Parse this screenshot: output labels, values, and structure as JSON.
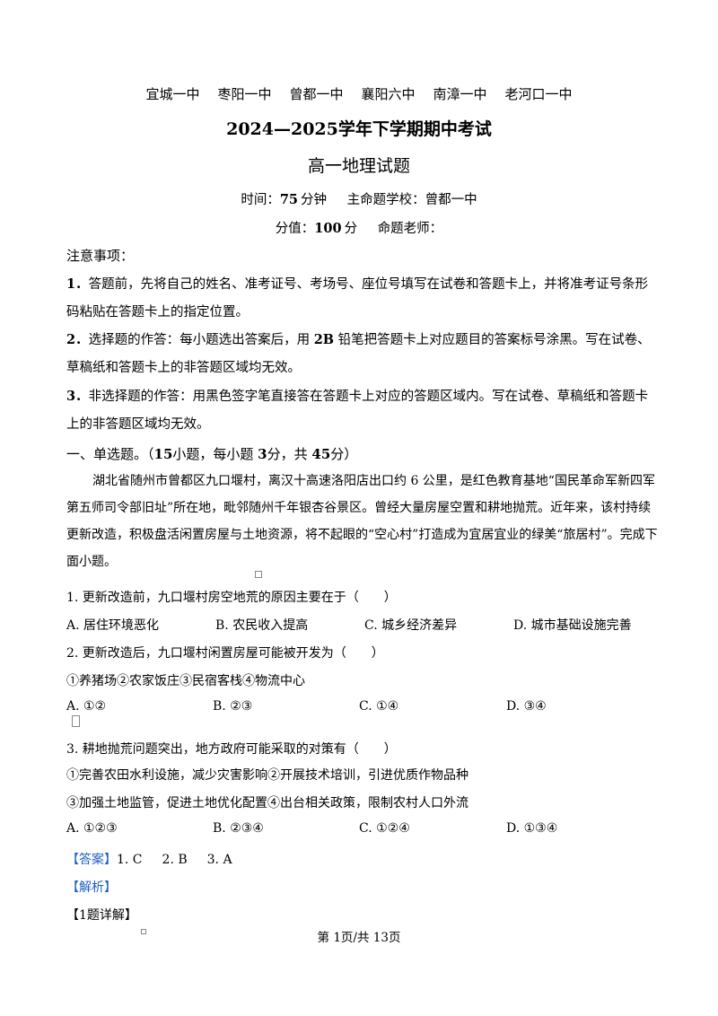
{
  "header": {
    "schools": [
      "宜城一中",
      "枣阳一中",
      "曾都一中",
      "襄阳六中",
      "南漳一中",
      "老河口一中"
    ],
    "title": "2024—2025学年下学期期中考试",
    "subtitle": "高一地理试题",
    "time_label": "时间：",
    "time_value": "75",
    "time_unit": "分钟",
    "school_label": "主命题学校：曾都一中",
    "score_label": "分值：",
    "score_value": "100",
    "score_unit": "分",
    "teacher_label": "命题老师："
  },
  "notice": {
    "heading": "注意事项：",
    "items": [
      {
        "num": "1．",
        "text": "答题前，先将自己的姓名、准考证号、考场号、座位号填写在试卷和答题卡上，并将准考证号条形码粘贴在答题卡上的指定位置。"
      },
      {
        "num": "2．",
        "text_a": "选择题的作答：每小题选出答案后，用 ",
        "text_b": "2B",
        "text_c": " 铅笔把答题卡上对应题目的答案标号涂黑。写在试卷、草稿纸和答题卡上的非答题区域均无效。"
      },
      {
        "num": "3．",
        "text": "非选择题的作答：用黑色签字笔直接答在答题卡上对应的答题区域内。写在试卷、草稿纸和答题卡上的非答题区域均无效。"
      }
    ]
  },
  "section": {
    "heading_a": "一、单选题。（",
    "heading_b": "15",
    "heading_c": "小题，每小题 ",
    "heading_d": "3",
    "heading_e": "分，共 ",
    "heading_f": "45",
    "heading_g": "分）"
  },
  "passage": "湖北省随州市曾都区九口堰村，离汉十高速洛阳店出口约 6 公里，是红色教育基地“国民革命军新四军第五师司令部旧址”所在地，毗邻随州千年银杏谷景区。曾经大量房屋空置和耕地抛荒。近年来，该村持续更新改造，积极盘活闲置房屋与土地资源，将不起眼的“空心村”打造成为宜居宜业的绿美“旅居村”。完成下面小题。",
  "questions": [
    {
      "stem": "1. 更新改造前，九口堰村房空地荒的原因主要在于（　　）",
      "options": [
        "A. 居住环境恶化",
        "B. 农民收入提高",
        "C. 城乡经济差异",
        "D. 城市基础设施完善"
      ]
    },
    {
      "stem": "2. 更新改造后，九口堰村闲置房屋可能被开发为（　　）",
      "choices": "①养猪场②农家饭庄③民宿客栈④物流中心",
      "options": [
        "A. ①②",
        "B. ②③",
        "C. ①④",
        "D. ③④"
      ]
    },
    {
      "stem": "3. 耕地抛荒问题突出，地方政府可能采取的对策有（　　）",
      "choices_1": "①完善农田水利设施，减少灾害影响②开展技术培训，引进优质作物品种",
      "choices_2": "③加强土地监管，促进土地优化配置④出台相关政策，限制农村人口外流",
      "options": [
        "A. ①②③",
        "B. ②③④",
        "C. ①②④",
        "D. ①③④"
      ]
    }
  ],
  "answer": {
    "label": "【答案】",
    "values": [
      "1. C",
      "2. B",
      "3. A"
    ]
  },
  "analysis_label": "【解析】",
  "detail_label": "【1题详解】",
  "footer": "第 1页/共 13页"
}
